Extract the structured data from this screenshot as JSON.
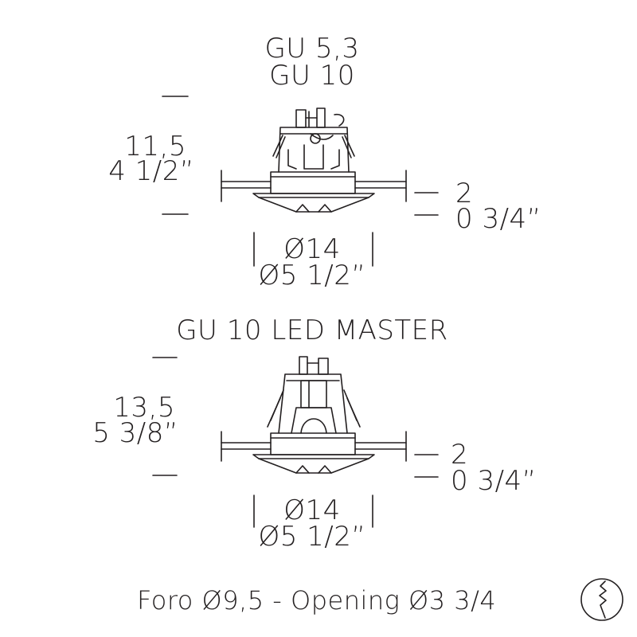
{
  "top": {
    "title_line1": "GU 5,3",
    "title_line2": "GU 10",
    "height_metric": "11,5",
    "height_imperial": "4 1/2”",
    "flange_metric": "2",
    "flange_imperial": "0 3/4”",
    "diameter_metric": "Ø14",
    "diameter_imperial": "Ø5 1/2”"
  },
  "bottom": {
    "title": "GU 10 LED MASTER",
    "height_metric": "13,5",
    "height_imperial": "5 3/8”",
    "flange_metric": "2",
    "flange_imperial": "0 3/4”",
    "diameter_metric": "Ø14",
    "diameter_imperial": "Ø5 1/2”"
  },
  "footer": {
    "opening_text": "Foro Ø9,5 - Opening Ø3 3/4"
  },
  "icons": {
    "opening_icon": "cut-hole-icon"
  },
  "colors": {
    "line": "#231f20",
    "background": "#ffffff"
  }
}
